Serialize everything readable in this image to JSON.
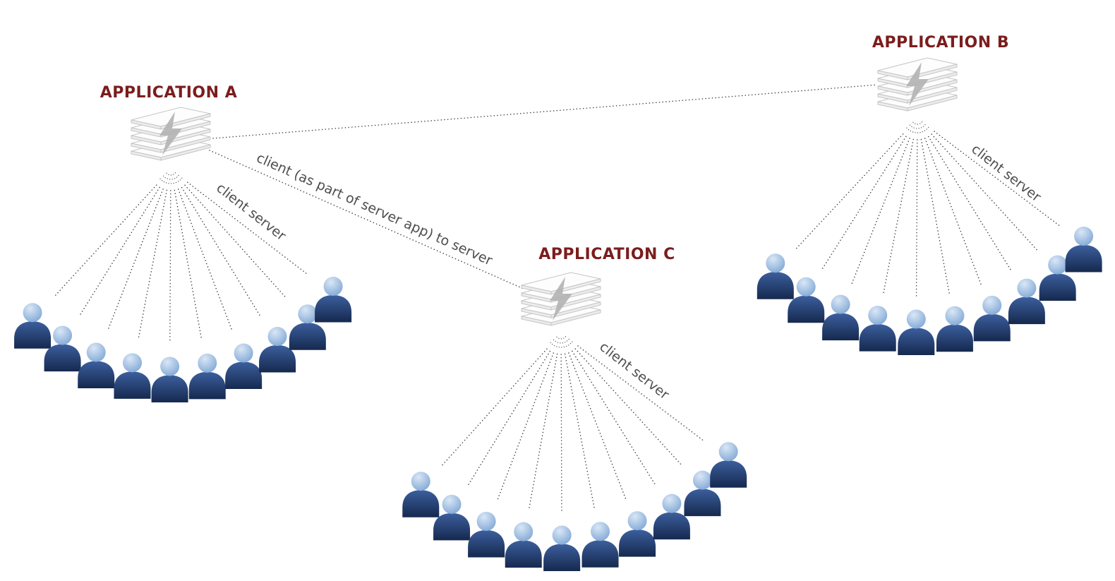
{
  "diagram": {
    "clusters": [
      {
        "id": "a",
        "title": "APPLICATION A",
        "fan_label": "client server",
        "server_icon": "server-stack-icon",
        "client_count": 10
      },
      {
        "id": "b",
        "title": "APPLICATION B",
        "fan_label": "client server",
        "server_icon": "server-stack-icon",
        "client_count": 10
      },
      {
        "id": "c",
        "title": "APPLICATION C",
        "fan_label": "client server",
        "server_icon": "server-stack-icon",
        "client_count": 10
      }
    ],
    "connections": [
      {
        "from": "APPLICATION A",
        "to": "APPLICATION B"
      },
      {
        "from": "APPLICATION A",
        "to": "APPLICATION C",
        "label": "client (as part of server app)  to server"
      }
    ],
    "colors": {
      "background": "#ffffff",
      "title_color": "#7b1d1d",
      "label_color": "#4e4e4e",
      "line_color": "#3f3f3f",
      "person_body_light": "#3c5f9e",
      "person_body_dark": "#15294e",
      "person_head_light": "#d9e7f6",
      "person_head_shade": "#7fa6d4",
      "server_fill": "#fdfdfd",
      "server_stroke": "#c5c5c5",
      "bolt_color": "#b3b3b3"
    }
  }
}
